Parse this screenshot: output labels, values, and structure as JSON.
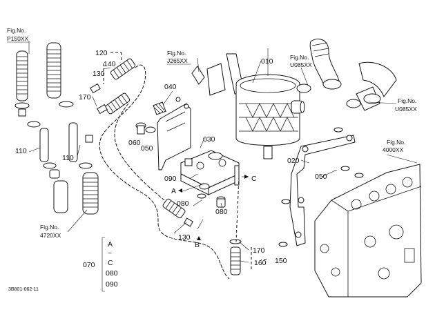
{
  "fig_refs": {
    "fig_p150": {
      "title": "Fig.No.",
      "code": "P150XX"
    },
    "fig_j265": {
      "title": "Fig.No.",
      "code": "J265XX"
    },
    "fig_u085a": {
      "title": "Fig.No.",
      "code": "U085XX"
    },
    "fig_u085b": {
      "title": "Fig.No.",
      "code": "U085XX"
    },
    "fig_4000": {
      "title": "Fig.No.",
      "code": "4000XX"
    },
    "fig_4720": {
      "title": "Fig.No.",
      "code": "4720XX"
    }
  },
  "parts": {
    "p010": "010",
    "p020": "020",
    "p030": "030",
    "p040": "040",
    "p050a": "050",
    "p050b": "050",
    "p060": "060",
    "p070": "070",
    "p080a": "080",
    "p080b": "080",
    "p090": "090",
    "p110a": "110",
    "p110b": "110",
    "p120": "120",
    "p130a": "130",
    "p130b": "130",
    "p140": "140",
    "p150": "150",
    "p160": "160",
    "p170a": "170",
    "p170b": "170"
  },
  "markers": {
    "a": "A",
    "b": "B",
    "c": "C"
  },
  "set_legend": {
    "a": "A",
    "tilde": "~",
    "c": "C",
    "p080": "080",
    "p090": "090"
  },
  "footer_code": "3B801-062-11"
}
